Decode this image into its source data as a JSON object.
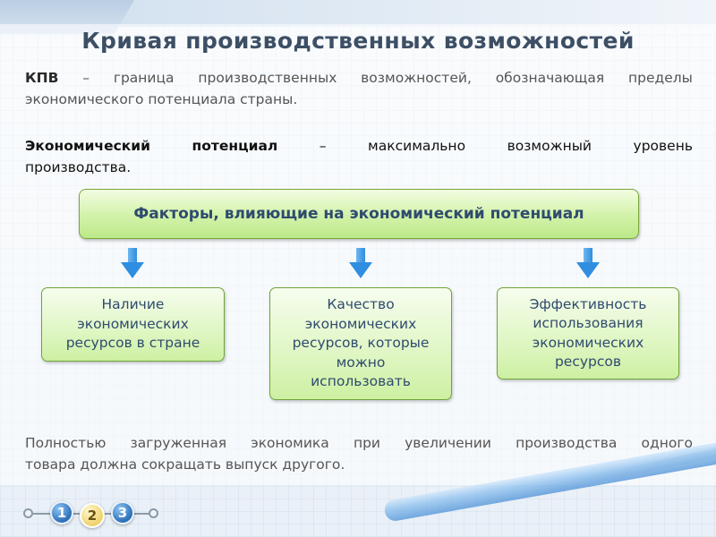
{
  "title": "Кривая производственных возможностей",
  "definitions": {
    "kpv_term": "КПВ",
    "kpv_line1_rest": [
      "–",
      "граница",
      "производственных",
      "возможностей,",
      "обозначающая",
      "пределы"
    ],
    "kpv_line2": "экономического потенциала страны.",
    "potential_line1": [
      "Экономический",
      "потенциал",
      "–",
      "максимально",
      "возможный",
      "уровень"
    ],
    "potential_line2": "производства."
  },
  "factors_header": "Факторы, влияющие на экономический потенциал",
  "factors": [
    "Наличие\nэкономических\nресурсов в стране",
    "Качество\nэкономических\nресурсов, которые\nможно\nиспользовать",
    "Эффективность\nиспользования\nэкономических\nресурсов"
  ],
  "conclusion_line1": [
    "Полностью",
    "загруженная",
    "экономика",
    "при",
    "увеличении",
    "производства",
    "одного"
  ],
  "conclusion_line2": "товара должна сокращать выпуск другого.",
  "navigation": {
    "pages": [
      "1",
      "2",
      "3"
    ],
    "current": "2"
  },
  "colors": {
    "title": "#3d4f65",
    "box_border": "#7aa63a",
    "box_fill": "#d2f2a8",
    "arrow": "#2f8ee0",
    "nav_blue": "#2a6fb8",
    "nav_active": "#f0d26b"
  }
}
